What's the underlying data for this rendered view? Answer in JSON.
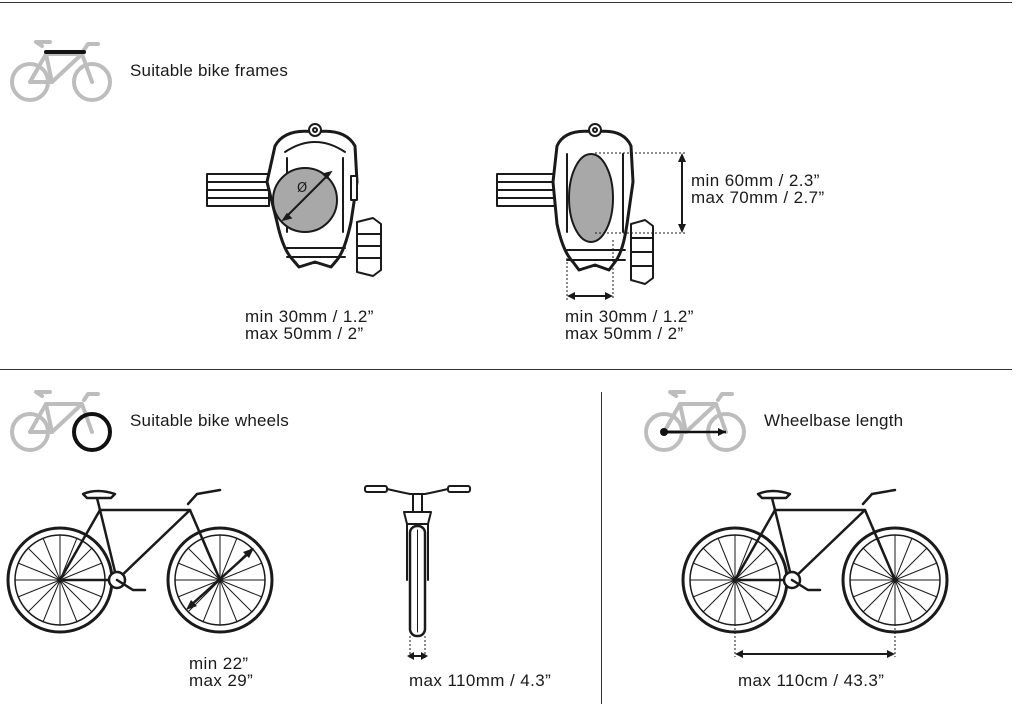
{
  "sections": {
    "frames": {
      "heading": "Suitable bike frames",
      "round_tube": {
        "symbol": "Ø",
        "line1": "min 30mm / 1.2”",
        "line2": "max 50mm / 2”"
      },
      "oval_tube": {
        "height_line1": "min 60mm / 2.3”",
        "height_line2": "max 70mm / 2.7”",
        "width_line1": "min 30mm / 1.2”",
        "width_line2": "max 50mm / 2”"
      }
    },
    "wheels": {
      "heading": "Suitable bike wheels",
      "diameter_line1": "min 22”",
      "diameter_line2": "max 29”",
      "tire_width": "max 110mm / 4.3”"
    },
    "wheelbase": {
      "heading": "Wheelbase length",
      "length": "max 110cm / 43.3”"
    }
  }
}
